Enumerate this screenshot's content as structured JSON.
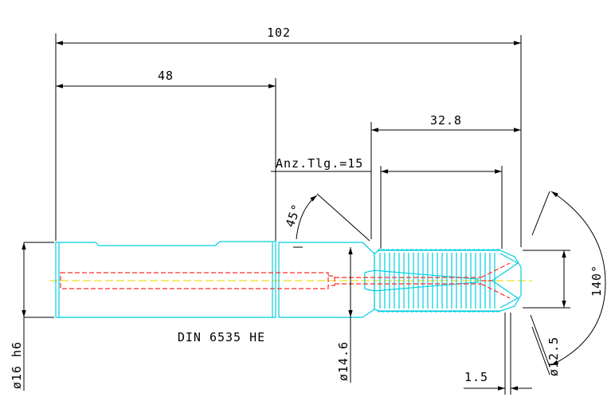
{
  "drawing": {
    "labels": {
      "overall_length": "102",
      "shank_length": "48",
      "thread_length": "32.8",
      "anz_tlg": "Anz.Tlg.=15",
      "chamfer_angle": "45°",
      "point_angle": "140°",
      "shank_diameter": "ø16 h6",
      "neck_diameter": "ø14.6",
      "tip_diameter": "ø12.5",
      "tip_offset": "1.5",
      "standard": "DIN 6535 HE"
    },
    "colors": {
      "outline": "#00cfe0",
      "hidden": "#ff2a2a",
      "centerline": "#f0e020",
      "dimension": "#000000",
      "background": "#ffffff"
    }
  }
}
